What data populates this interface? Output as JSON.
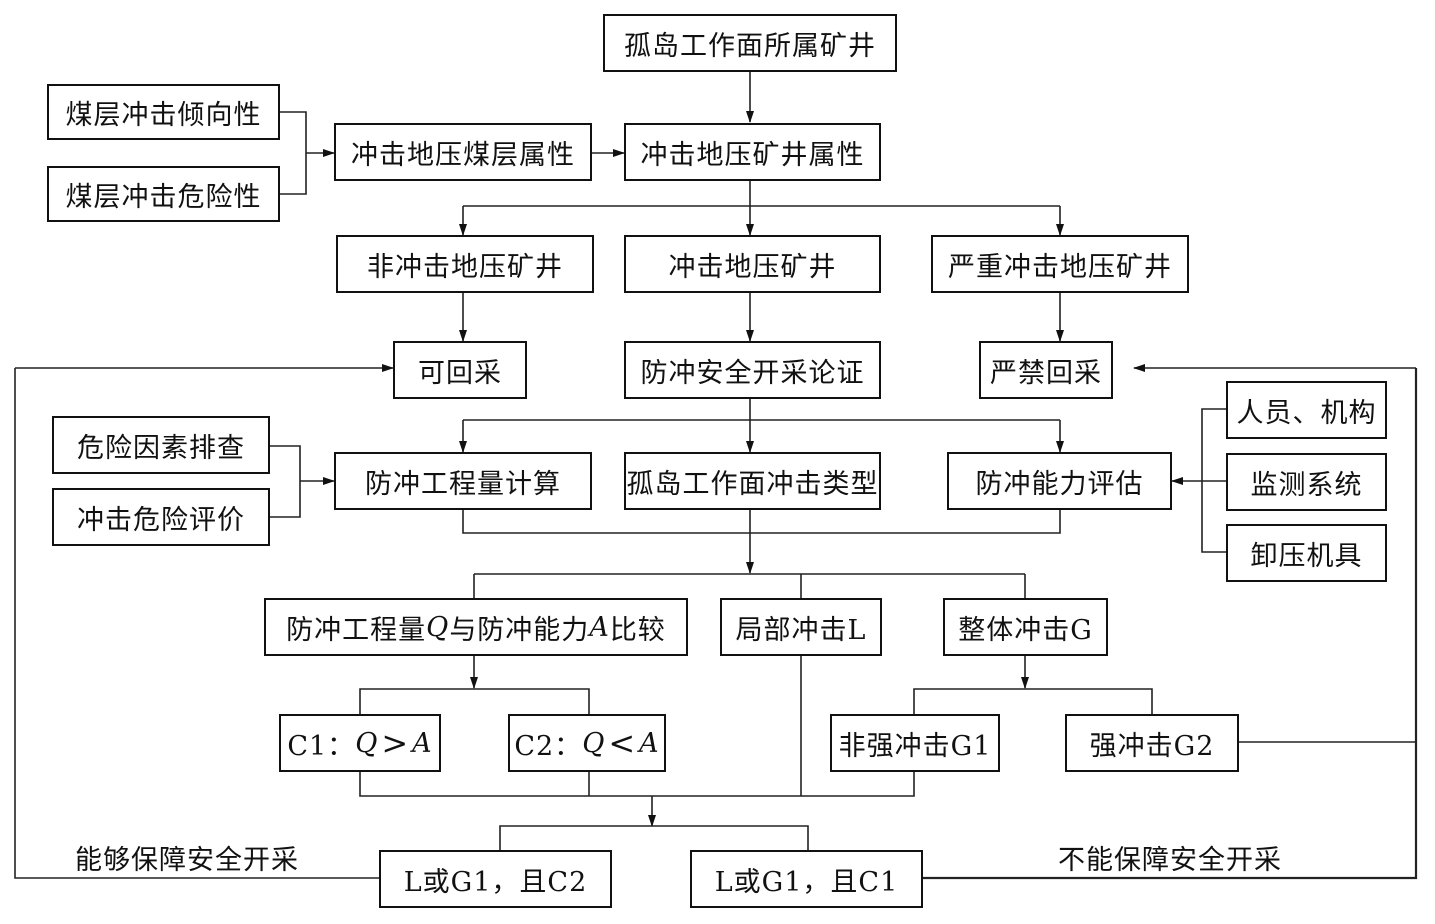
{
  "diagram": {
    "title": "孤岛工作面防冲安全开采论证流程",
    "nodes": {
      "mine": "孤岛工作面所属矿井",
      "coal_tendency": "煤层冲击倾向性",
      "coal_risk": "煤层冲击危险性",
      "seam_attr": "冲击地压煤层属性",
      "mine_attr": "冲击地压矿井属性",
      "non_burst_mine": "非冲击地压矿井",
      "burst_mine": "冲击地压矿井",
      "severe_burst_mine": "严重冲击地压矿井",
      "can_mine": "可回采",
      "demonstration": "防冲安全开采论证",
      "forbid_mine": "严禁回采",
      "hazard_check": "危险因素排查",
      "risk_eval": "冲击危险评价",
      "workload_calc": "防冲工程量计算",
      "burst_type": "孤岛工作面冲击类型",
      "capacity_eval": "防冲能力评估",
      "personnel": "人员、机构",
      "monitoring": "监测系统",
      "relief_tools": "卸压机具",
      "compare": {
        "pre": "防冲工程量",
        "q": "Q",
        "mid": "与防冲能力",
        "a": "A",
        "post": "比较"
      },
      "local_burst": "局部冲击L",
      "global_burst": "整体冲击G",
      "c1": {
        "pre": "C1：",
        "q": "Q",
        "op": ">",
        "a": "A"
      },
      "c2": {
        "pre": "C2：",
        "q": "Q",
        "op": "<",
        "a": "A"
      },
      "g1": "非强冲击G1",
      "g2": "强冲击G2",
      "outcome_c2": "L或G1，且C2",
      "outcome_c1": "L或G1，且C1"
    },
    "edge_labels": {
      "safe": "能够保障安全开采",
      "unsafe": "不能保障安全开采"
    }
  }
}
